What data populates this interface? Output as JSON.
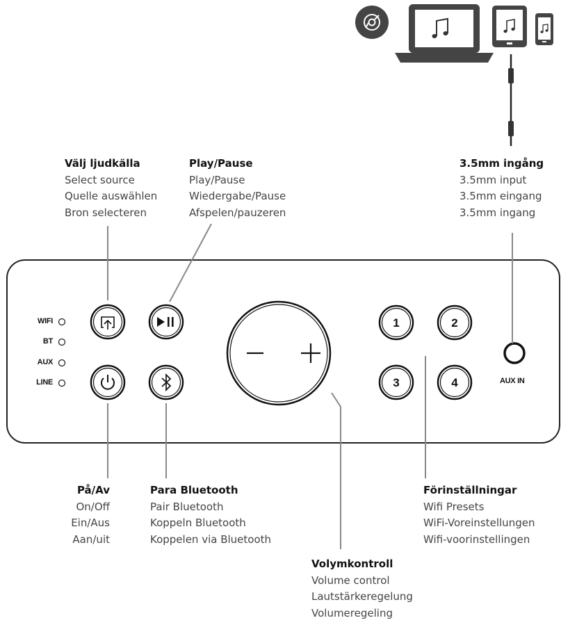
{
  "labels": {
    "select_source": {
      "title": "Välj ljudkälla",
      "lines": [
        "Select source",
        "Quelle auswählen",
        "Bron selecteren"
      ]
    },
    "play_pause": {
      "title": "Play/Pause",
      "lines": [
        "Play/Pause",
        "Wiedergabe/Pause",
        "Afspelen/pauzeren"
      ]
    },
    "input_35": {
      "title": "3.5mm ingång",
      "lines": [
        "3.5mm input",
        "3.5mm eingang",
        "3.5mm ingang"
      ]
    },
    "power": {
      "title": "På/Av",
      "lines": [
        "On/Off",
        "Ein/Aus",
        "Aan/uit"
      ]
    },
    "bluetooth": {
      "title": "Para Bluetooth",
      "lines": [
        "Pair Bluetooth",
        "Koppeln Bluetooth",
        "Koppelen via Bluetooth"
      ]
    },
    "presets": {
      "title": "Förinställningar",
      "lines": [
        "Wifi Presets",
        "WiFi-Voreinstellungen",
        "Wifi-voorinstellingen"
      ]
    },
    "volume": {
      "title": "Volymkontroll",
      "lines": [
        "Volume control",
        "Lautstärkeregelung",
        "Volumeregeling"
      ]
    }
  },
  "panel": {
    "indicators": [
      "WIFI",
      "BT",
      "AUX",
      "LINE"
    ],
    "presets": [
      "1",
      "2",
      "3",
      "4"
    ],
    "aux_jack_label": "AUX IN",
    "volume_symbols": {
      "minus": "−",
      "plus": "+"
    },
    "button_icons": [
      "source-select-icon",
      "play-pause-icon",
      "power-icon",
      "bluetooth-icon"
    ]
  },
  "devices": [
    "chrome-icon",
    "laptop-music-icon",
    "tablet-music-icon",
    "phone-music-icon"
  ]
}
